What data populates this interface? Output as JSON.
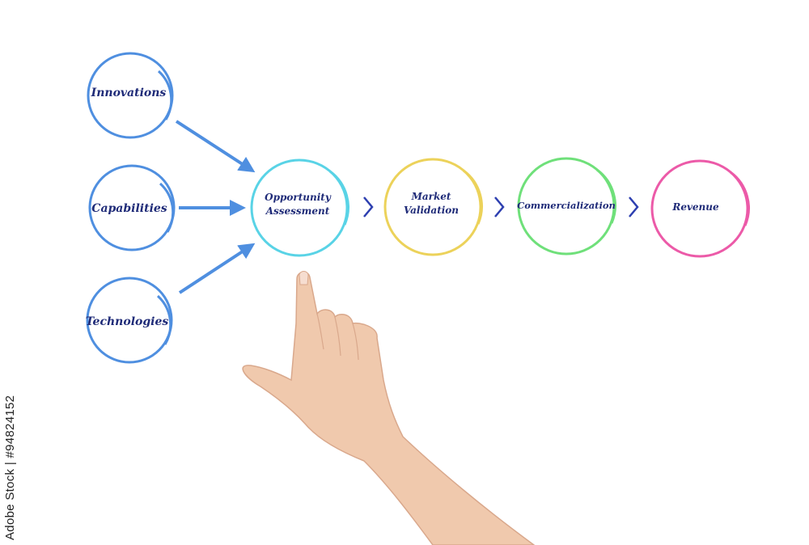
{
  "diagram": {
    "inputs": [
      {
        "id": "innovations",
        "label": "Innovations"
      },
      {
        "id": "capabilities",
        "label": "Capabilities"
      },
      {
        "id": "technologies",
        "label": "Technologies"
      }
    ],
    "stages": [
      {
        "id": "opportunity",
        "label_lines": [
          "Opportunity",
          "Assessment"
        ],
        "color": "#59d3e6"
      },
      {
        "id": "validation",
        "label_lines": [
          "Market",
          "Validation"
        ],
        "color": "#ecd25a"
      },
      {
        "id": "commercialization",
        "label_lines": [
          "Commercialization"
        ],
        "color": "#6fe07a"
      },
      {
        "id": "revenue",
        "label_lines": [
          "Revenue"
        ],
        "color": "#ec5aa8"
      }
    ],
    "colors": {
      "input_circle": "#4f8fe0",
      "arrow": "#4f8fe0",
      "chevron": "#2d3fb0",
      "text": "#1f2b78"
    }
  },
  "stock_credit": "Adobe Stock | #94824152",
  "watermark": "Adobe Stock"
}
